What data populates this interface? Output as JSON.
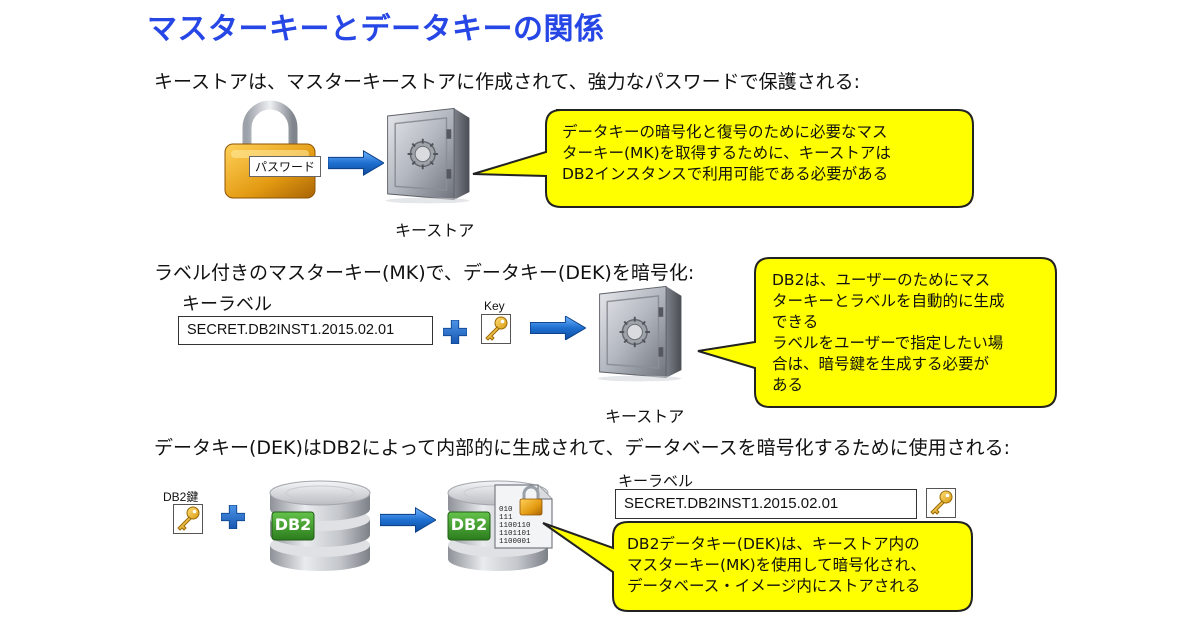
{
  "title": "マスターキーとデータキーの関係",
  "sections": [
    {
      "heading": "キーストアは、マスターキーストアに作成されて、強力なパスワードで保護される:",
      "lock_label": "パスワード",
      "keystore_caption": "キーストア",
      "callout_lines": [
        "データキーの暗号化と復号のために必要なマス",
        "ターキー(MK)を取得するために、キーストアは",
        "DB2インスタンスで利用可能である必要がある"
      ]
    },
    {
      "heading": "ラベル付きのマスターキー(MK)で、データキー(DEK)を暗号化:",
      "key_label_title": "キーラベル",
      "key_label_value": "SECRET.DB2INST1.2015.02.01",
      "key_caption": "Key",
      "keystore_caption": "キーストア",
      "callout_lines": [
        "DB2は、ユーザーのためにマス",
        "ターキーとラベルを自動的に生成",
        "できる",
        "ラベルをユーザーで指定したい場",
        "合は、暗号鍵を生成する必要が",
        "ある"
      ]
    },
    {
      "heading": "データキー(DEK)はDB2によって内部的に生成されて、データベースを暗号化するために使用される:",
      "db2_key_caption": "DB2鍵",
      "db_label": "DB2",
      "binary_lines": [
        "010",
        "111",
        "1100110",
        "1101101",
        "1100001"
      ],
      "key_label_title": "キーラベル",
      "key_label_value": "SECRET.DB2INST1.2015.02.01",
      "callout_lines": [
        "DB2データキー(DEK)は、キーストア内の",
        "マスターキー(MK)を使用して暗号化され、",
        "データベース・イメージ内にストアされる"
      ]
    }
  ],
  "colors": {
    "title": "#2646e6",
    "callout": "#ffff00",
    "arrow": "#1e6fd0",
    "plus": "#1e6fd0",
    "db_badge": "#3f9a2e"
  },
  "icons": [
    "padlock-icon",
    "safe-icon",
    "key-icon",
    "database-icon",
    "encrypted-file-icon"
  ]
}
